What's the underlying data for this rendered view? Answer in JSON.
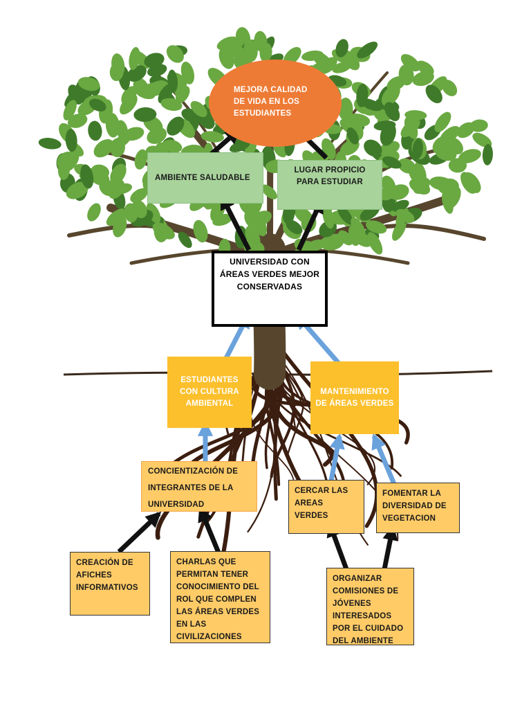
{
  "diagram": {
    "goal": "MEJORA CALIDAD\nDE VIDA EN LOS\nESTUDIANTES",
    "benefits": {
      "left": "AMBIENTE SALUDABLE",
      "right": "LUGAR PROPICIO\nPARA ESTUDIAR"
    },
    "central": "UNIVERSIDAD CON\nÁREAS VERDES MEJOR\nCONSERVADAS",
    "means": {
      "left": "ESTUDIANTES\nCON CULTURA\nAMBIENTAL",
      "right": "MANTENIMIENTO\nDE ÁREAS VERDES"
    },
    "actions": {
      "concientizacion": "CONCIENTIZACIÓN  DE\nINTEGRANTES DE LA\nUNIVERSIDAD",
      "cercar": "CERCAR LAS\nAREAS VERDES",
      "fomentar": "FOMENTAR LA\nDIVERSIDAD DE\nVEGETACION"
    },
    "activities": {
      "afiches": "CREACIÓN DE\nAFICHES\nINFORMATIVOS",
      "charlas": "CHARLAS QUE\nPERMITAN TENER\nCONOCIMIENTO DEL\nROL QUE COMPLEN\nLAS ÁREAS VERDES\nEN LAS\nCIVILIZACIONES",
      "organizar": "ORGANIZAR\nCOMISIONES DE\nJÓVENES\nINTERESADOS\nPOR EL CUIDADO\nDEL AMBIENTE"
    }
  },
  "colors": {
    "foliage": "#6aa842",
    "foliage_dark": "#3f7a2a",
    "trunk": "#57462d",
    "roots": "#3b1e10",
    "goal": "#ee7b35",
    "green_box": "#a8d39b",
    "yellow_box": "#fcc02d",
    "light_box": "#fecb67",
    "blue_arrow": "#6aa2dc",
    "black_arrow": "#111111"
  }
}
